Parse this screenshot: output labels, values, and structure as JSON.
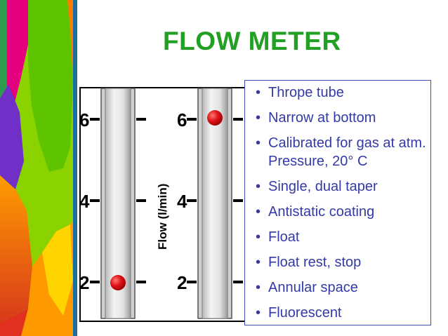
{
  "slide": {
    "title": "FLOW METER",
    "bullets": [
      "Thrope tube",
      "Narrow at bottom",
      "Calibrated for gas at atm. Pressure, 20° C",
      "Single, dual taper",
      "Antistatic coating",
      "Float",
      "Float rest, stop",
      "Annular space",
      "Fluorescent"
    ]
  },
  "figure": {
    "axis_label": "Flow (l/min)",
    "scale_labels": [
      "6",
      "4",
      "2"
    ],
    "left_tube_float_reading": 2,
    "right_tube_float_reading": 6,
    "float_color": "#e0141b"
  },
  "colors": {
    "title": "#22a023",
    "bullet_text": "#333aa6",
    "panel_border": "#3a4fb0"
  }
}
